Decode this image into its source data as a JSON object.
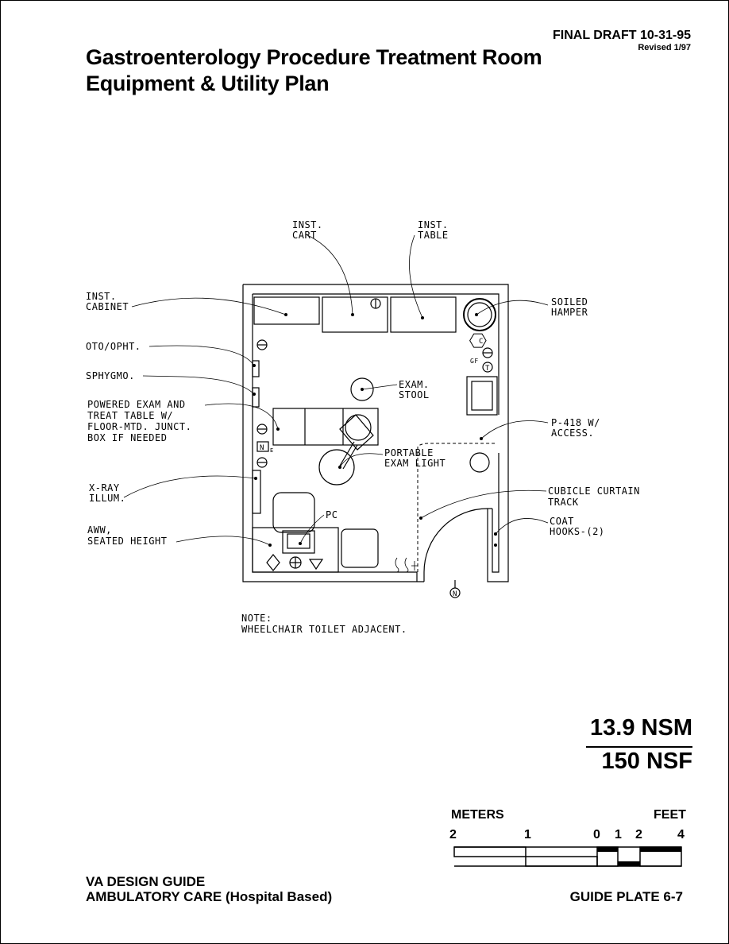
{
  "header": {
    "draft": "FINAL DRAFT 10-31-95",
    "revised": "Revised 1/97",
    "title_line1": "Gastroenterology Procedure Treatment Room",
    "title_line2": "Equipment & Utility Plan"
  },
  "plan_labels": {
    "inst_cart": [
      "INST.",
      "CART"
    ],
    "inst_table": [
      "INST.",
      "TABLE"
    ],
    "inst_cabinet": [
      "INST.",
      "CABINET"
    ],
    "soiled_hamper": [
      "SOILED",
      "HAMPER"
    ],
    "oto_opht": "OTO/OPHT.",
    "sphygmo": "SPHYGMO.",
    "exam_stool": [
      "EXAM.",
      "STOOL"
    ],
    "powered_table": [
      "POWERED EXAM AND",
      "TREAT TABLE W/",
      "FLOOR-MTD. JUNCT.",
      "BOX IF NEEDED"
    ],
    "p418": [
      "P-418 W/",
      "ACCESS."
    ],
    "portable_light": [
      "PORTABLE",
      "EXAM LIGHT"
    ],
    "xray": [
      "X-RAY",
      "ILLUM."
    ],
    "cubicle_curtain": [
      "CUBICLE CURTAIN",
      "TRACK"
    ],
    "pc": "PC",
    "coat_hooks": [
      "COAT",
      "HOOKS-(2)"
    ],
    "aww": [
      "AWW,",
      "SEATED HEIGHT"
    ],
    "note": [
      "NOTE:",
      "WHEELCHAIR TOILET ADJACENT."
    ],
    "symbols": {
      "c": "C",
      "t": "T",
      "gf": "GF",
      "n": "N",
      "e": "E",
      "north": "N"
    }
  },
  "area": {
    "nsm": "13.9 NSM",
    "nsf": "150 NSF"
  },
  "scale": {
    "meters_label": "METERS",
    "feet_label": "FEET",
    "ticks": [
      "2",
      "1",
      "0",
      "1",
      "2",
      "4"
    ]
  },
  "footer": {
    "line1": "VA DESIGN GUIDE",
    "line2": "AMBULATORY CARE (Hospital Based)",
    "plate": "GUIDE PLATE 6-7"
  }
}
